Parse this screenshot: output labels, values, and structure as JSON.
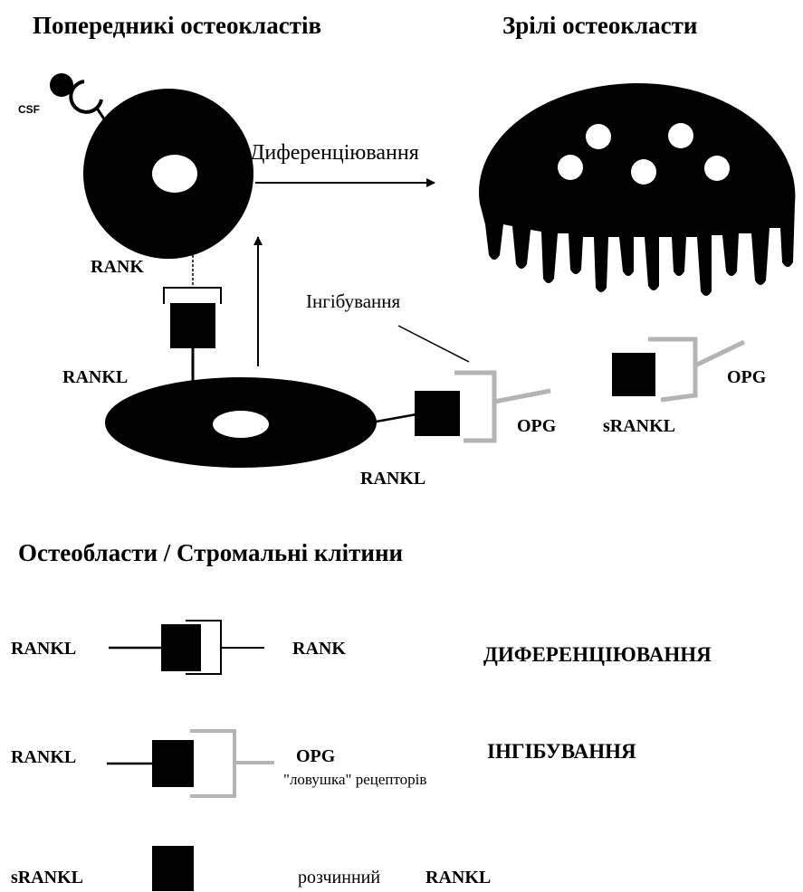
{
  "headings": {
    "precursors": "Попередникі остеокластів",
    "mature": "Зрілі остеокласти",
    "osteoblasts": "Остеобласти / Стромальні клітини"
  },
  "labels": {
    "csf": "CSF",
    "differentiation": "Диференціювання",
    "inhibition": "Інгібування",
    "rank": "RANK",
    "rankl_left": "RANKL",
    "rankl_bottom": "RANKL",
    "opg_bound": "OPG",
    "opg_free": "OPG",
    "srankl": "sRANKL"
  },
  "legend": {
    "row1": {
      "left": "RANKL",
      "right": "RANK",
      "meaning": "ДИФЕРЕНЦІЮВАННЯ"
    },
    "row2": {
      "left": "RANKL",
      "right": "OPG",
      "note": "\"ловушка\" рецепторів",
      "meaning": "ІНГІБУВАННЯ"
    },
    "row3": {
      "left": "sRANKL",
      "note": "розчинний",
      "right": "RANKL"
    }
  },
  "colors": {
    "ink": "#000000",
    "decoy": "#b4b4b4",
    "background": "#ffffff"
  }
}
